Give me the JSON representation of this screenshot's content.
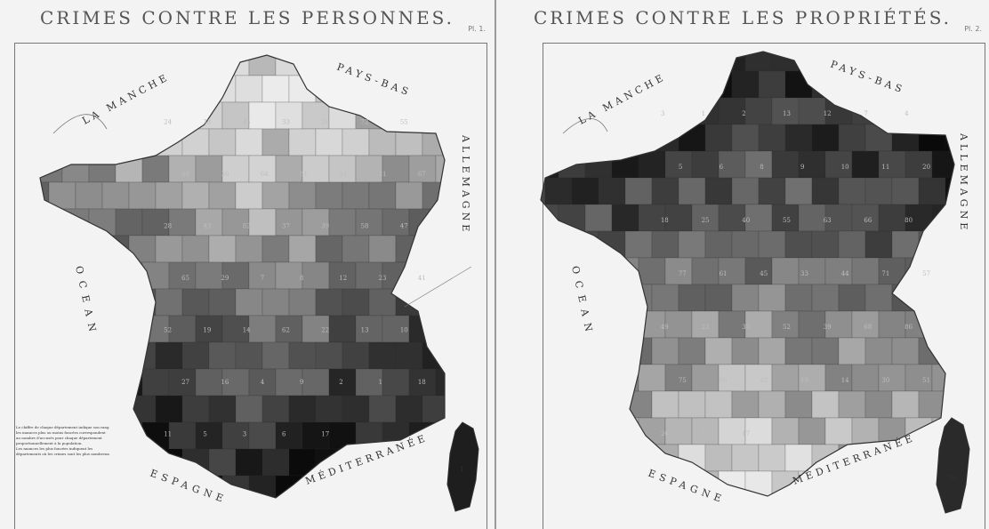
{
  "left_map": {
    "title": "CRIMES CONTRE LES PERSONNES.",
    "plate_tag": "Pl. 1.",
    "labels": {
      "channel": "LA MANCHE",
      "lowcountries": "PAYS-BAS",
      "germany": "ALLEMAGNE",
      "ocean": "OCEAN",
      "spain": "ESPAGNE",
      "med": "MÉDITERRANÉE"
    },
    "numbers": [
      "24",
      "38",
      "45",
      "33",
      "26",
      "72",
      "55",
      "48",
      "36",
      "64",
      "81",
      "54",
      "31",
      "67",
      "28",
      "43",
      "82",
      "37",
      "39",
      "58",
      "47",
      "65",
      "29",
      "7",
      "8",
      "12",
      "23",
      "41",
      "52",
      "19",
      "14",
      "62",
      "22",
      "13",
      "10",
      "27",
      "16",
      "4",
      "9",
      "2",
      "1",
      "18",
      "11",
      "5",
      "3",
      "6",
      "17"
    ],
    "note_lines": [
      "Le chiffre de chaque département indique son rang",
      "les nuances plus ou moins foncées correspondent",
      "au nombre d'accusés pour chaque département",
      "proportionnellement à la population.",
      "Les nuances les plus foncées indiquent les",
      "départements où les crimes sont les plus nombreux."
    ]
  },
  "right_map": {
    "title": "CRIMES CONTRE LES PROPRIÉTÉS.",
    "plate_tag": "Pl. 2.",
    "labels": {
      "channel": "LA MANCHE",
      "lowcountries": "PAYS-BAS",
      "germany": "ALLEMAGNE",
      "ocean": "OCEAN",
      "spain": "ESPAGNE",
      "med": "MÉDITERRANÉE"
    },
    "numbers": [
      "3",
      "1",
      "2",
      "13",
      "12",
      "7",
      "4",
      "5",
      "6",
      "8",
      "9",
      "10",
      "11",
      "20",
      "18",
      "25",
      "40",
      "55",
      "63",
      "66",
      "80",
      "77",
      "61",
      "45",
      "33",
      "44",
      "71",
      "57",
      "49",
      "23",
      "35",
      "52",
      "39",
      "68",
      "86",
      "75",
      "60",
      "42",
      "19",
      "14",
      "30",
      "51",
      "26",
      "22",
      "17"
    ]
  }
}
